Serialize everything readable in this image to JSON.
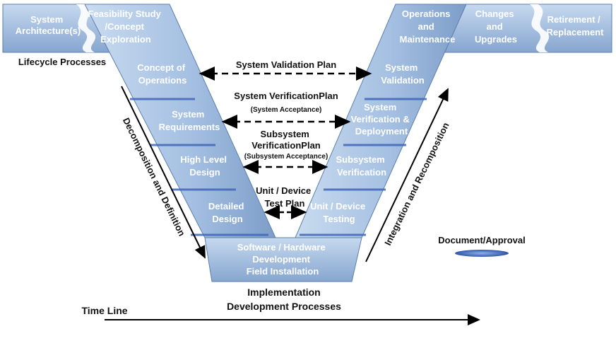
{
  "colors": {
    "band_light": "#bcd1ea",
    "band_dark": "#7e9fc9",
    "outline": "#5b7fb0",
    "approval_oval": "#3f67b7",
    "label_text": "#ffffff",
    "dark_text": "#111111"
  },
  "top_left": {
    "system_architecture": [
      "System",
      "Architecture(s)"
    ],
    "feasibility": [
      "Feasibility Study",
      "/Concept",
      "Exploration"
    ],
    "lifecycle_processes": "Lifecycle Processes"
  },
  "top_right": {
    "operations": [
      "Operations",
      "and",
      "Maintenance"
    ],
    "changes": [
      "Changes",
      "and",
      "Upgrades"
    ],
    "retirement": [
      "Retirement /",
      "Replacement"
    ]
  },
  "left_steps": {
    "concept": [
      "Concept of",
      "Operations"
    ],
    "requirements": [
      "System",
      "Requirements"
    ],
    "high_level": [
      "High Level",
      "Design"
    ],
    "detailed": [
      "Detailed",
      "Design"
    ]
  },
  "right_steps": {
    "validation": [
      "System",
      "Validation"
    ],
    "verification": [
      "System",
      "Verification &",
      "Deployment"
    ],
    "subsystem": [
      "Subsystem",
      "Verification"
    ],
    "unit": [
      "Unit / Device",
      "Testing"
    ]
  },
  "bottom_step": [
    "Software / Hardware",
    "Development",
    "Field Installation"
  ],
  "plans": {
    "validation": "System Validation Plan",
    "verification": "System VerificationPlan",
    "verification_sub": "(System Acceptance)",
    "subsystem": [
      "Subsystem",
      "VerificationPlan"
    ],
    "subsystem_sub": "(Subsystem Acceptance)",
    "unit": [
      "Unit / Device",
      "Test Plan"
    ]
  },
  "side_labels": {
    "left": "Decomposition and Definition",
    "right": "Integration and Recomposition"
  },
  "bottom": {
    "implementation": "Implementation",
    "development": "Development Processes",
    "time_line": "Time Line"
  },
  "legend": {
    "document_approval": "Document/Approval"
  }
}
